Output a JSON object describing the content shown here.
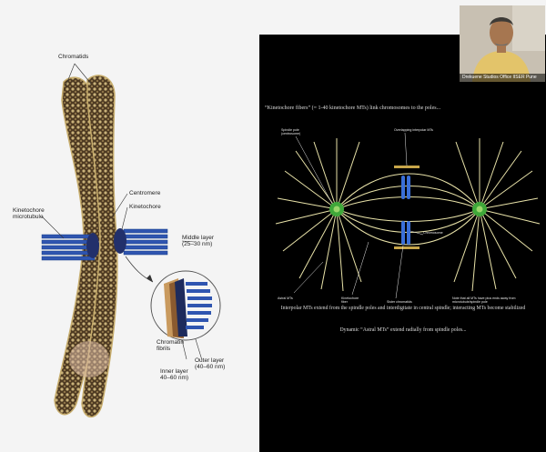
{
  "figure": {
    "labels": {
      "chromatids": "Chromatids",
      "centromere": "Centromere",
      "kinetochore": "Kinetochore",
      "kinetochore_microtubule": "Kinetochore\nmicrotubule",
      "middle_layer": "Middle layer\n(25–30 nm)",
      "chromatin_fibrils": "Chromatin\nfibrils",
      "outer_layer": "Outer layer\n(40–60 nm)",
      "inner_layer": "Inner layer\n40–60 nm)"
    }
  },
  "slide": {
    "heading": "“Kinetochore fibers” (= 1-40 kinetochore MTs) link chromosomes to the poles...",
    "diagram_labels": {
      "spindle_pole": "Spindle pole\n(centrosome)",
      "overlapping_mts": "Overlapping interpolar MTs",
      "astral_mts": "Astral MTs",
      "kinetochore_fiber": "Kinetochore\nfiber",
      "sister_chromatids": "Sister chromatids",
      "chromosome": "Chromosome",
      "note": "Note that all MTs have plus ends away from\nmicrotubule/spindle pole"
    },
    "body_text_1": "Interpolar MTs extend from the spindle poles and interdigitate in central spindle; interacting MTs become stabilized",
    "body_text_2": "Dynamic “Astral MTs” extend radially from spindle poles..."
  },
  "webcam": {
    "name_tag": "Drekuene Studios Office IISER Pune"
  },
  "colors": {
    "slide_bg": "#000000",
    "spindle_line": "#e8e2a8",
    "pole": "#3fa83a",
    "chromosome": "#3a6fd8",
    "microtubule": "#2f55b0",
    "chromatid": "#5a4427"
  }
}
